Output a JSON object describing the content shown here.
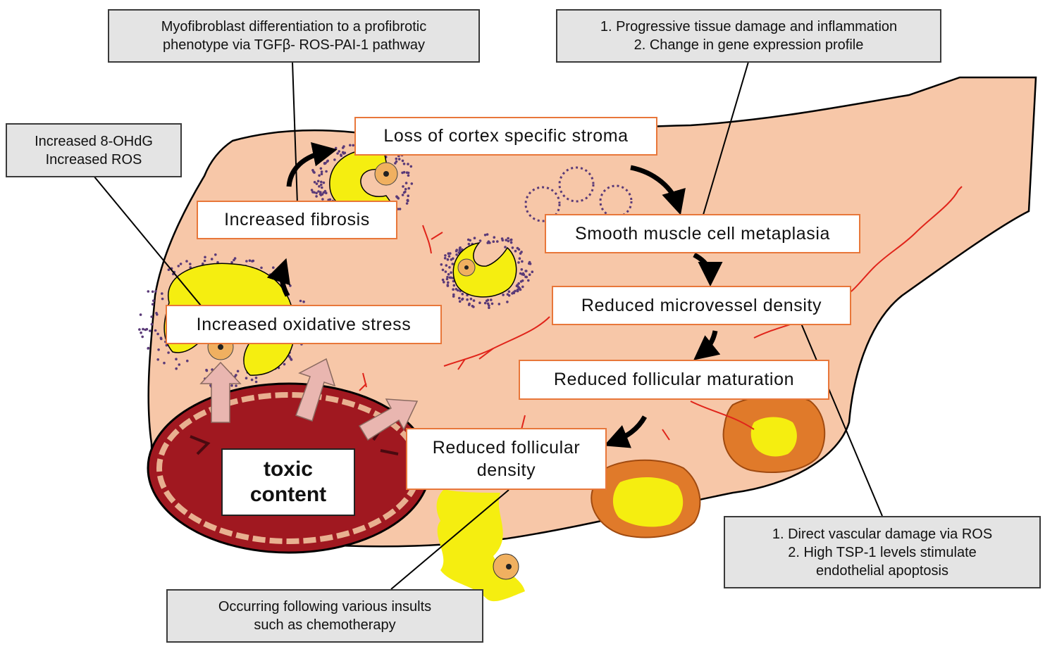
{
  "notes": {
    "myofibroblast": "Myofibroblast differentiation to a profibrotic\nphenotype via TGFβ- ROS-PAI-1 pathway",
    "tissue_damage": "1. Progressive tissue damage and inflammation\n2. Change in gene expression profile",
    "ohdg_ros": "Increased 8-OHdG\nIncreased  ROS",
    "vascular_damage": "1. Direct vascular damage via ROS\n2. High TSP-1 levels stimulate\nendothelial apoptosis",
    "insults": "Occurring following various insults\nsuch as chemotherapy"
  },
  "stages": {
    "loss_cortex": "Loss of cortex specific stroma",
    "fibrosis": "Increased fibrosis",
    "smooth_muscle": "Smooth muscle cell metaplasia",
    "microvessel": "Reduced microvessel density",
    "oxidative": "Increased oxidative stress",
    "maturation": "Reduced follicular maturation",
    "density": "Reduced follicular\ndensity",
    "toxic": "toxic\ncontent"
  },
  "colors": {
    "tissue": "#f7c7a8",
    "box_border": "#e8773a",
    "note_fill": "#e4e4e4",
    "follicle": "#f5ee10",
    "vessel": "#a01820",
    "blood_vessels": "#e0241a"
  }
}
